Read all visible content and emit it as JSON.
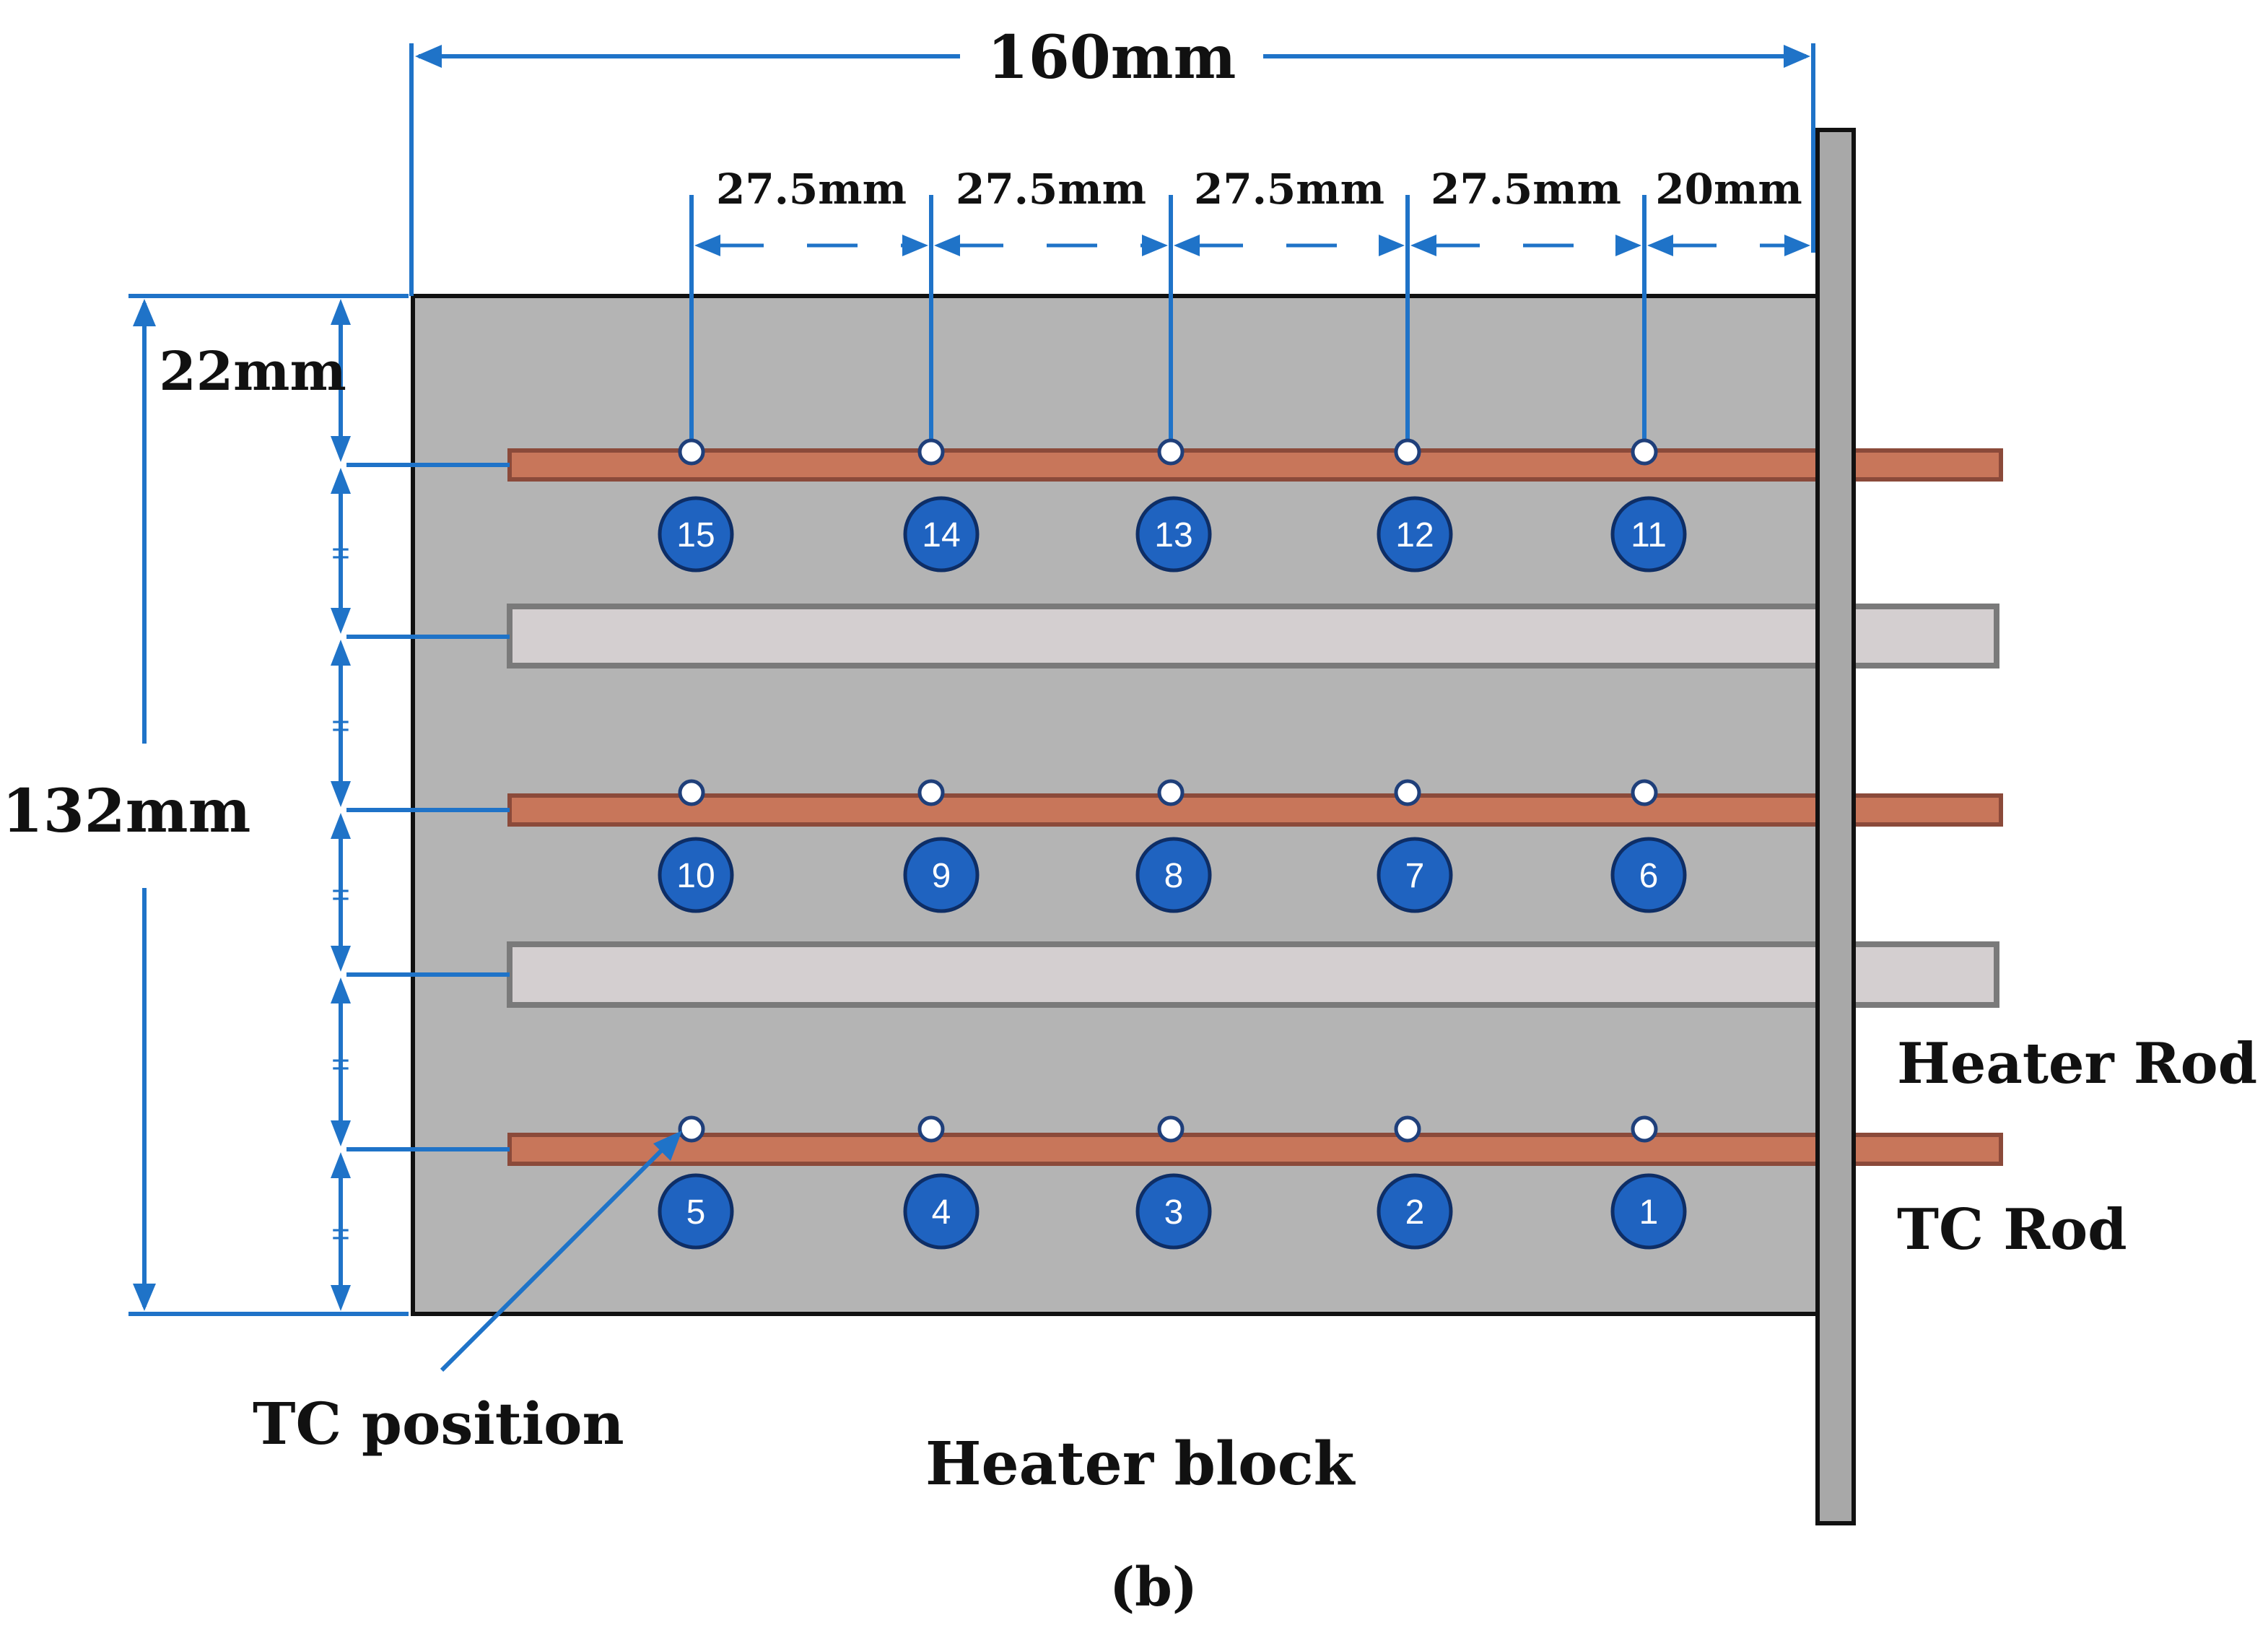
{
  "labels": {
    "total_width": "160mm",
    "total_height": "132mm",
    "top_offset": "22mm",
    "heater_rod": "Heater Rod",
    "tc_rod": "TC Rod",
    "tc_position": "TC position",
    "heater_block": "Heater block",
    "caption": "(b)"
  },
  "spacings": [
    "27.5mm",
    "27.5mm",
    "27.5mm",
    "27.5mm",
    "20mm"
  ],
  "equal_mark": "=",
  "tc_rows": [
    [
      "15",
      "14",
      "13",
      "12",
      "11"
    ],
    [
      "10",
      "9",
      "8",
      "7",
      "6"
    ],
    [
      "5",
      "4",
      "3",
      "2",
      "1"
    ]
  ],
  "colors": {
    "block": "#b4b4b4",
    "tc_rod": "#c8765a",
    "heater_rod": "#d4cfd0",
    "dimension": "#1f73c8",
    "tc_marker": "#1f63c0"
  }
}
